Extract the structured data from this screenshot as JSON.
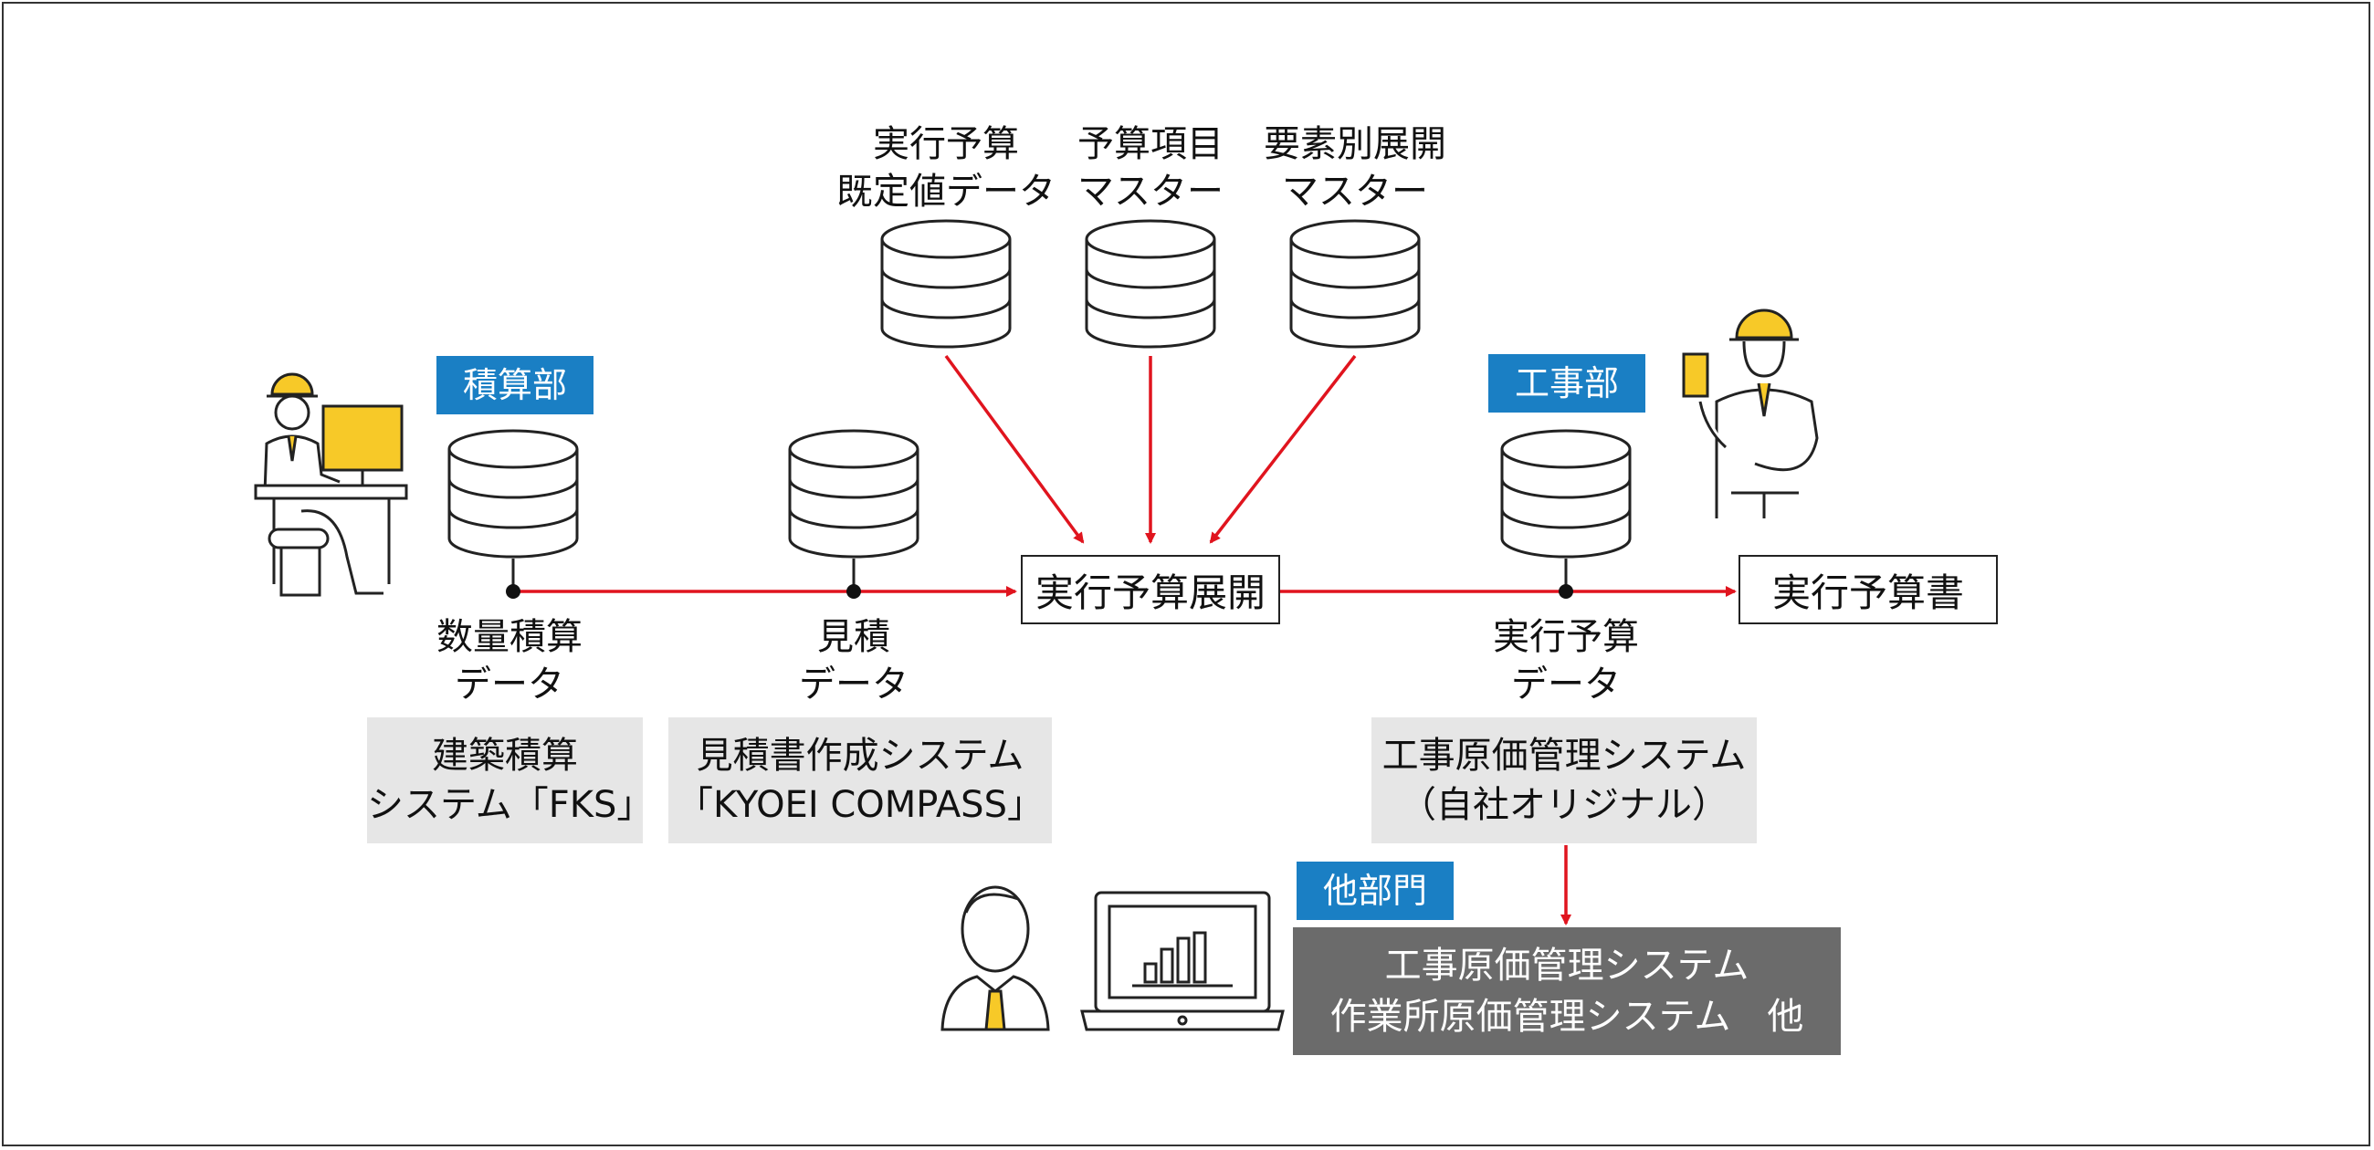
{
  "departments": {
    "estimation": "積算部",
    "construction": "工事部",
    "other": "他部門"
  },
  "databases": {
    "quantity": [
      "数量積算",
      "データ"
    ],
    "estimate": [
      "見積",
      "データ"
    ],
    "budget_default": [
      "実行予算",
      "既定値データ"
    ],
    "budget_item_master": [
      "予算項目",
      "マスター"
    ],
    "element_master": [
      "要素別展開",
      "マスター"
    ],
    "budget_data": [
      "実行予算",
      "データ"
    ]
  },
  "systems": {
    "fks": [
      "建築積算",
      "システム「FKS」"
    ],
    "compass": [
      "見積書作成システム",
      "「KYOEI COMPASS」"
    ],
    "cost_mgmt": [
      "工事原価管理システム",
      "（自社オリジナル）"
    ]
  },
  "process": {
    "expansion": "実行予算展開",
    "output": "実行予算書"
  },
  "other_systems": [
    "工事原価管理システム",
    "作業所原価管理システム　他"
  ],
  "colors": {
    "arrow": "#e0141e",
    "dept_blue": "#1a7fc4",
    "system_gray": "#e6e6e6",
    "dark_gray": "#6b6b6b",
    "accent_yellow": "#f7c928"
  },
  "icons": [
    "worker-at-computer-icon",
    "worker-with-phone-icon",
    "office-worker-icon",
    "laptop-chart-icon",
    "database-icon"
  ]
}
